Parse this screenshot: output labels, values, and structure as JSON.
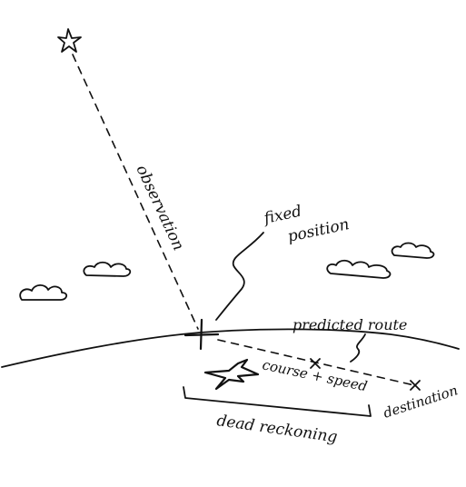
{
  "labels": {
    "observation": "observation",
    "fixed_position_line1": "fixed",
    "fixed_position_line2": "position",
    "predicted_route": "predicted route",
    "course_speed": "course + speed",
    "dead_reckoning": "dead reckoning",
    "destination": "destination"
  },
  "colors": {
    "ink": "#111111",
    "background": "#ffffff"
  },
  "icons": {
    "star": "star-icon",
    "fix": "crosshair-icon",
    "plane": "airplane-icon",
    "waypoint": "x-mark-icon"
  }
}
